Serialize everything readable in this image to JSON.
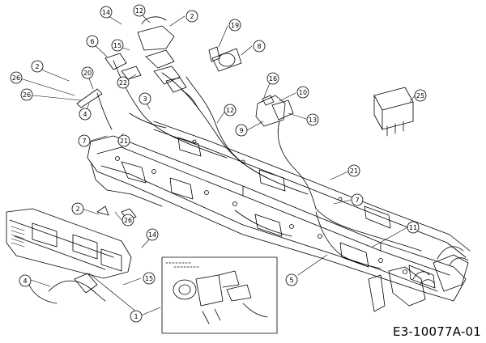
{
  "diagram": {
    "drawing_code": "E3-10077A-01",
    "callouts": [
      {
        "id": "c14a",
        "label": "14"
      },
      {
        "id": "c12a",
        "label": "12"
      },
      {
        "id": "c2a",
        "label": "2"
      },
      {
        "id": "c19",
        "label": "19"
      },
      {
        "id": "c8",
        "label": "8"
      },
      {
        "id": "c6",
        "label": "6"
      },
      {
        "id": "c15a",
        "label": "15"
      },
      {
        "id": "c2b",
        "label": "2"
      },
      {
        "id": "c26a",
        "label": "26"
      },
      {
        "id": "c20",
        "label": "20"
      },
      {
        "id": "c22",
        "label": "22"
      },
      {
        "id": "c26b",
        "label": "26"
      },
      {
        "id": "c4a",
        "label": "4"
      },
      {
        "id": "c16",
        "label": "16"
      },
      {
        "id": "c10",
        "label": "10"
      },
      {
        "id": "c25",
        "label": "25"
      },
      {
        "id": "c3",
        "label": "3"
      },
      {
        "id": "c12b",
        "label": "12"
      },
      {
        "id": "c13",
        "label": "13"
      },
      {
        "id": "c9",
        "label": "9"
      },
      {
        "id": "c7a",
        "label": "7"
      },
      {
        "id": "c21a",
        "label": "21"
      },
      {
        "id": "c21b",
        "label": "21"
      },
      {
        "id": "c7b",
        "label": "7"
      },
      {
        "id": "c2c",
        "label": "2"
      },
      {
        "id": "c26c",
        "label": "26"
      },
      {
        "id": "c14b",
        "label": "14"
      },
      {
        "id": "c11",
        "label": "11"
      },
      {
        "id": "c4b",
        "label": "4"
      },
      {
        "id": "c15b",
        "label": "15"
      },
      {
        "id": "c5",
        "label": "5"
      },
      {
        "id": "c1",
        "label": "1"
      }
    ]
  }
}
